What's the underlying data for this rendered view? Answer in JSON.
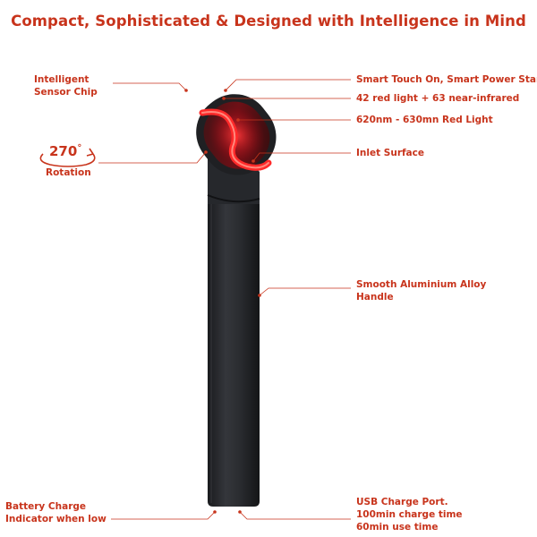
{
  "title": "Compact, Sophisticated & Designed with Intelligence in Mind",
  "labels": {
    "sensor_chip": [
      "Intelligent",
      "Sensor Chip"
    ],
    "rotation_value": "270",
    "rotation_unit": "°",
    "rotation_label": "Rotation",
    "touch_on": "Smart Touch On, Smart Power Start",
    "lights": "42 red light +  63 near-infrared",
    "wavelength": "620nm - 630mn  Red Light",
    "inlet": "Inlet Surface",
    "handle": [
      "Smooth Aluminium Alloy",
      "Handle"
    ],
    "battery": [
      "Battery Charge",
      "Indicator when low"
    ],
    "usb": [
      "USB Charge Port.",
      "100min charge time",
      "60min use time"
    ]
  },
  "colors": {
    "accent": "#c8341c",
    "device_body": "#2a2c30",
    "red_glow": "#e0202a"
  },
  "icons": {
    "rotation": "rotation-arrow-icon"
  }
}
